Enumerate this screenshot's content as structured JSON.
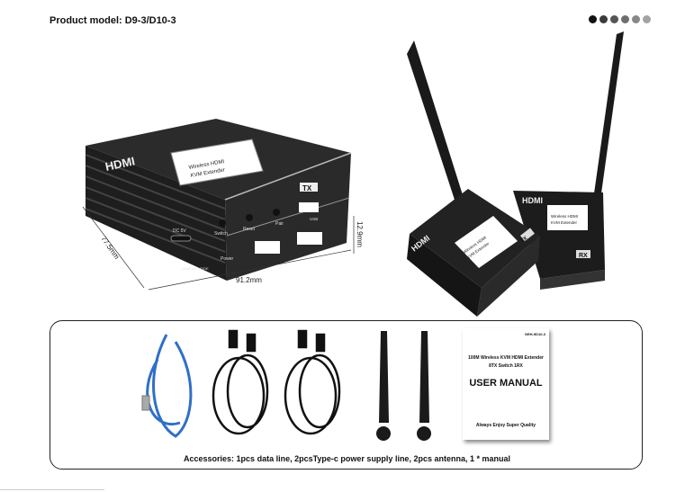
{
  "header": {
    "title": "Product model: D9-3/D10-3"
  },
  "page_dots": [
    "#111111",
    "#3a3a3a",
    "#555555",
    "#6e6e6e",
    "#888888",
    "#a3a3a3"
  ],
  "device_tx": {
    "brand": "HDMI",
    "label_line1": "Wireless HDMI",
    "label_line2": "KVM Extender",
    "badge": "TX",
    "ports": {
      "dc": "DC 5V",
      "switch": "Switch",
      "reset": "Reset",
      "pair": "Pair",
      "usb": "USB",
      "power": "Power",
      "display_mode": "DISPLAY MODE"
    },
    "dimensions": {
      "depth": "77.5mm",
      "width": "91.2mm",
      "height": "12.9mm"
    }
  },
  "device_pair": {
    "brand": "HDMI",
    "label_line1": "Wireless HDMI",
    "label_line2": "KVM Extender",
    "tx_badge": "TX",
    "rx_badge": "RX"
  },
  "accessories": {
    "manual": {
      "code": "GEH-9D10-3",
      "line1": "100M Wireless KVM HDMI Extender",
      "line2": "8TX Switch 1RX",
      "title": "USER MANUAL",
      "slogan": "Always Enjoy Super Quality"
    },
    "caption": "Accessories: 1pcs data line, 2pcsType-c power supply line, 2pcs antenna, 1 * manual"
  }
}
